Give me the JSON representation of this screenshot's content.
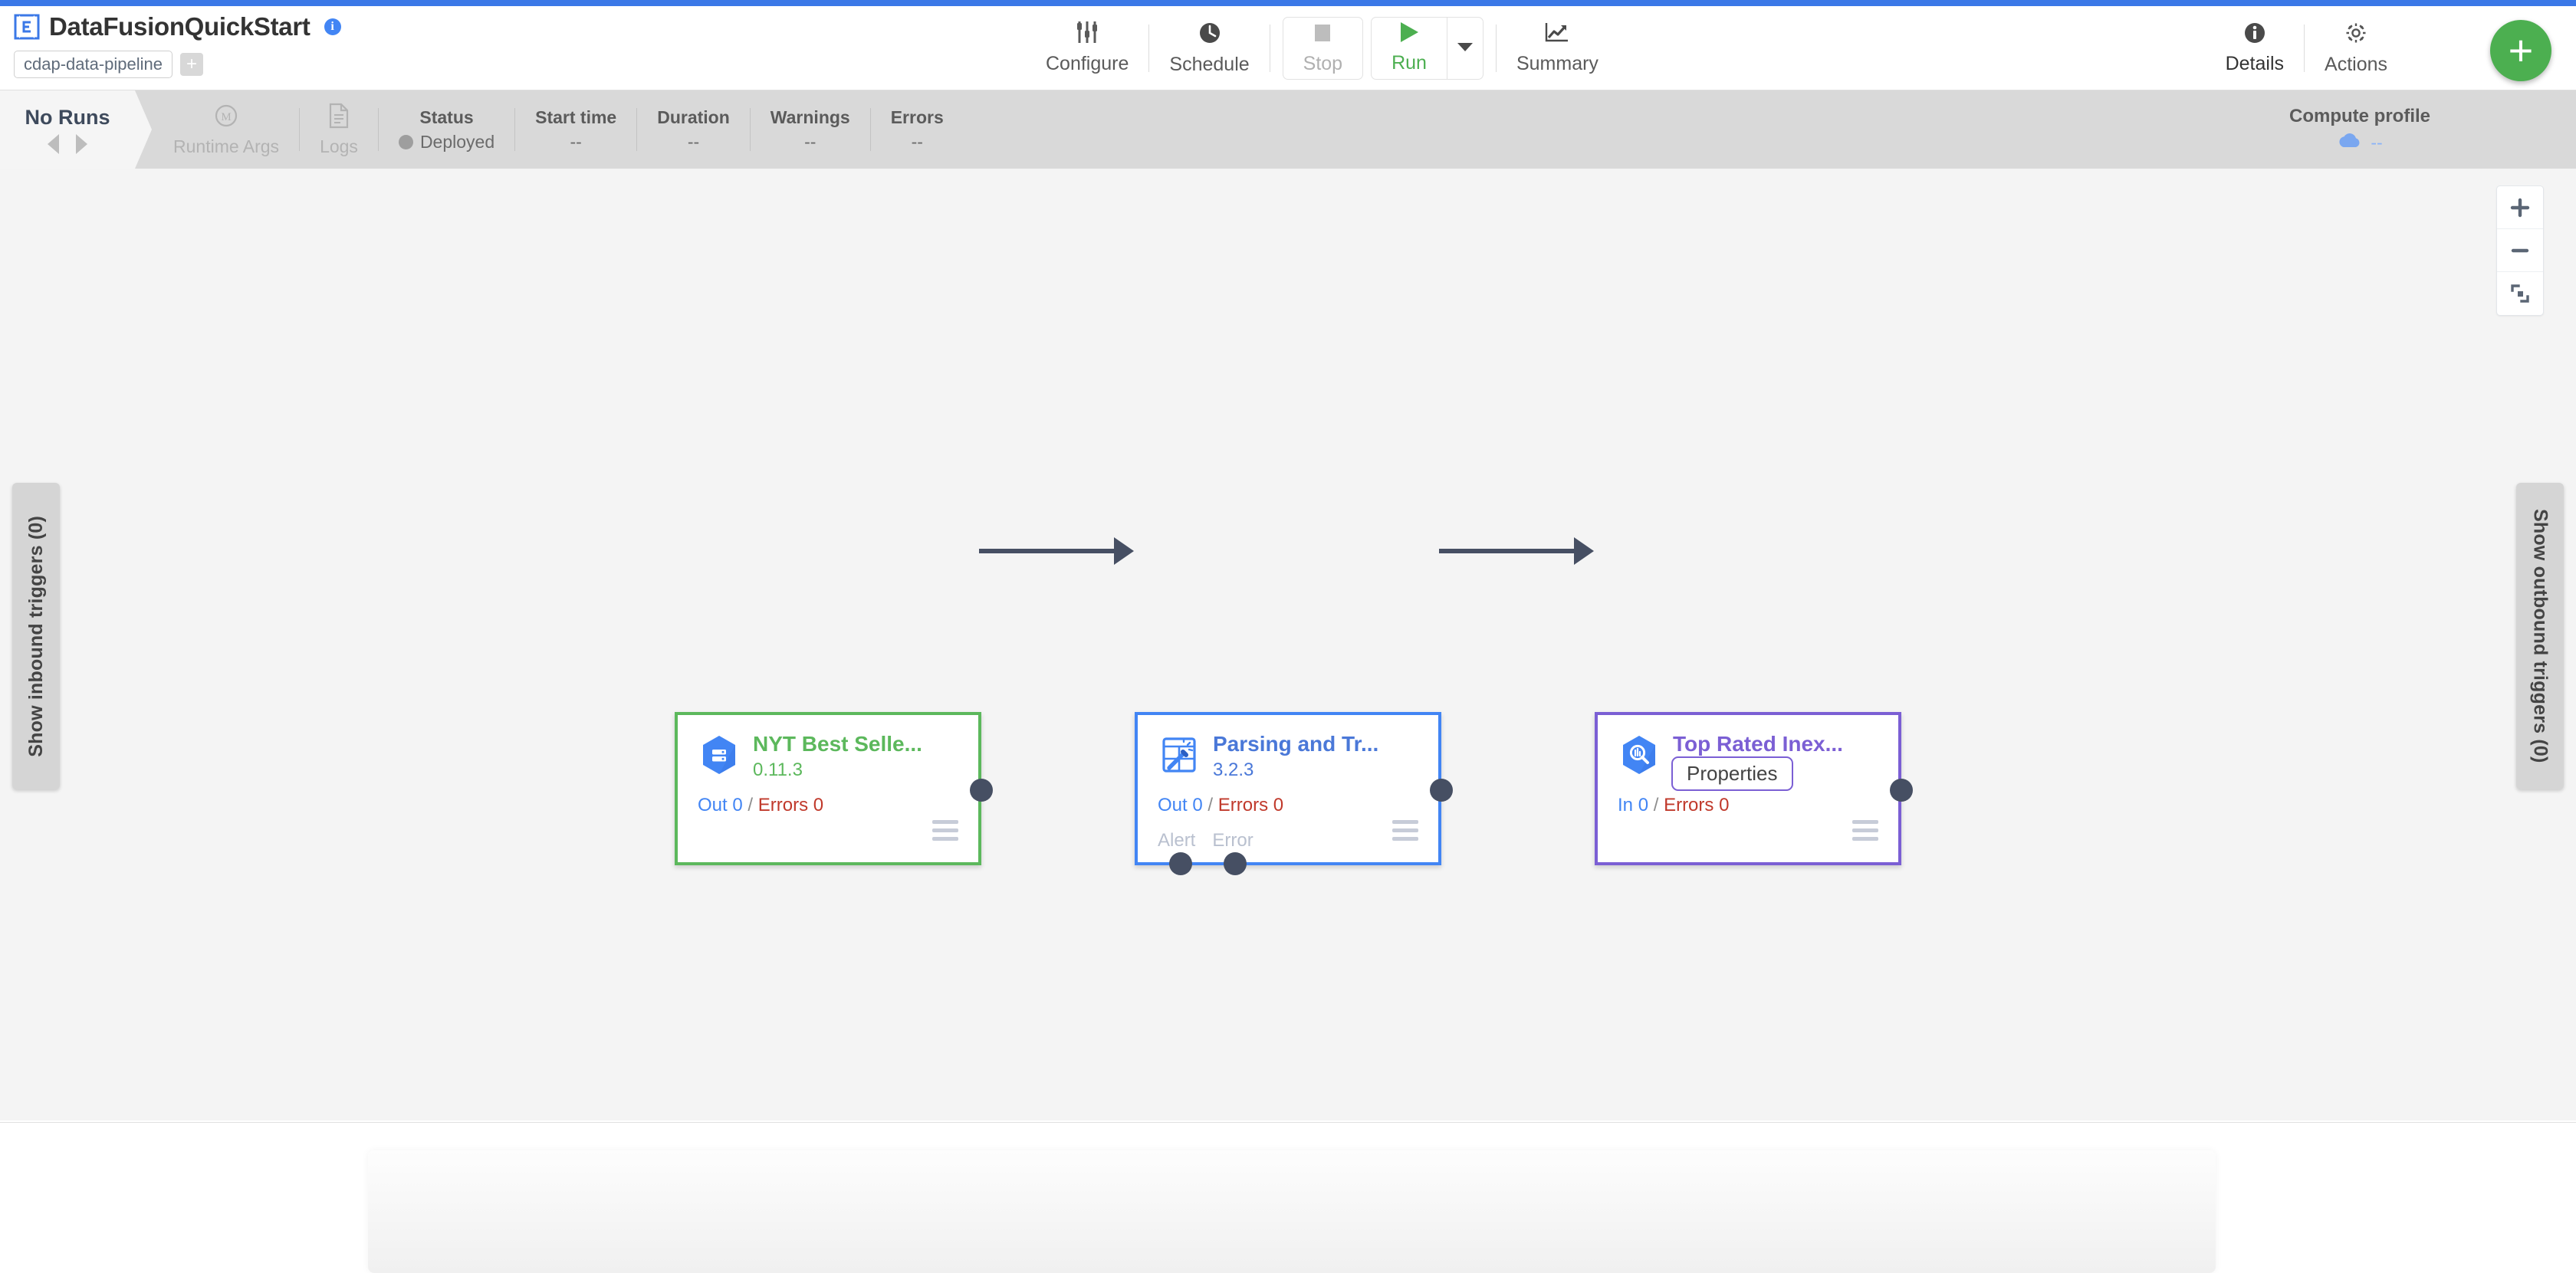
{
  "header": {
    "title": "DataFusionQuickStart",
    "info_icon": "info-icon",
    "artifact_pill": "cdap-data-pipeline",
    "add_tag_button": "+",
    "actions": [
      {
        "label": "Configure",
        "icon": "sliders-icon"
      },
      {
        "label": "Schedule",
        "icon": "clock-icon"
      },
      {
        "label": "Stop",
        "icon": "stop-square-icon"
      },
      {
        "label": "Run",
        "icon": "play-triangle-icon"
      },
      {
        "label": "Summary",
        "icon": "line-chart-icon"
      },
      {
        "label": "Details",
        "icon": "info-circle-icon"
      },
      {
        "label": "Actions",
        "icon": "gear-icon"
      }
    ],
    "run_dropdown_icon": "caret-down-icon",
    "fab_label": "+"
  },
  "statusbar": {
    "runs_label": "No Runs",
    "prev_icon": "caret-left-icon",
    "next_icon": "caret-right-icon",
    "cells": [
      {
        "header": "Runtime Args",
        "value": "",
        "icon": "macro-m-icon",
        "dim": true
      },
      {
        "header": "Logs",
        "value": "",
        "icon": "document-icon",
        "dim": true
      },
      {
        "header": "Status",
        "value": "Deployed"
      },
      {
        "header": "Start time",
        "value": "--"
      },
      {
        "header": "Duration",
        "value": "--"
      },
      {
        "header": "Warnings",
        "value": "--"
      },
      {
        "header": "Errors",
        "value": "--"
      }
    ],
    "compute": {
      "header": "Compute profile",
      "value": "--",
      "icon": "cloud-icon"
    }
  },
  "canvas": {
    "zoom_controls": [
      {
        "name": "zoom-in-icon",
        "glyph": "+"
      },
      {
        "name": "zoom-out-icon",
        "glyph": "−"
      },
      {
        "name": "fit-screen-icon",
        "glyph": ""
      }
    ],
    "inbound_trigger_label": "Show inbound triggers (0)",
    "outbound_trigger_label": "Show outbound triggers (0)",
    "nodes": [
      {
        "name": "NYT Best Selle...",
        "version": "0.11.3",
        "icon": "bigquery-source-icon",
        "accent": "#5cb85c",
        "metrics": {
          "in_label": "Out",
          "in_value": "0",
          "sep": "/",
          "err_label": "Errors",
          "err_value": "0"
        },
        "ports": [],
        "menu_icon": "hamburger-icon"
      },
      {
        "name": "Parsing and Tr...",
        "version": "3.2.3",
        "icon": "wrangler-transform-icon",
        "accent": "#4285f4",
        "metrics": {
          "in_label": "Out",
          "in_value": "0",
          "sep": "/",
          "err_label": "Errors",
          "err_value": "0"
        },
        "ports": [
          "Alert",
          "Error"
        ],
        "menu_icon": "hamburger-icon"
      },
      {
        "name": "Top Rated Inex...",
        "version": "",
        "icon": "bigquery-sink-icon",
        "accent": "#7b5fd4",
        "tooltip": "Properties",
        "metrics": {
          "in_label": "In",
          "in_value": "0",
          "sep": "/",
          "err_label": "Errors",
          "err_value": "0"
        },
        "ports": [],
        "menu_icon": "hamburger-icon"
      }
    ]
  }
}
